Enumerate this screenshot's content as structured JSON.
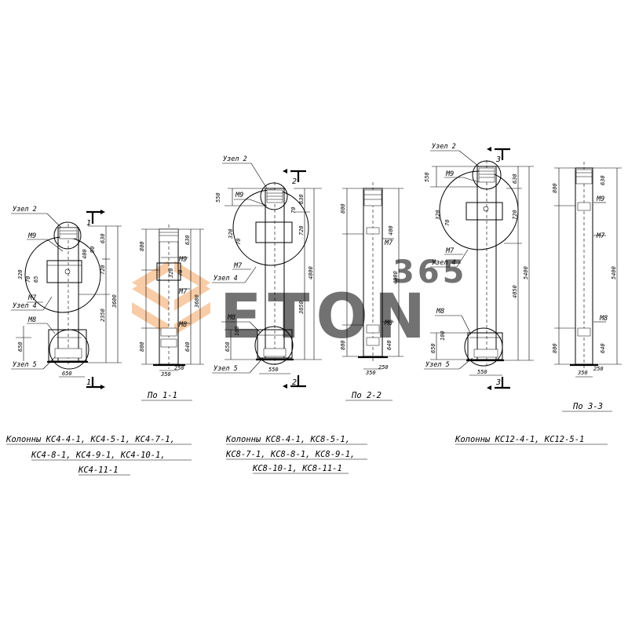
{
  "watermark": {
    "number": "365",
    "word": "ETON",
    "color": "#f4a460"
  },
  "left": {
    "nodes": [
      "Узел 2",
      "Узел 4",
      "Узел 5"
    ],
    "marks": [
      "М9",
      "М7",
      "М8"
    ],
    "dims": [
      "630",
      "720",
      "3600",
      "2350",
      "650",
      "650",
      "320",
      "70",
      "65",
      "400",
      "90"
    ],
    "section_label": "1",
    "caption_lines": [
      "Колонны КС4-4-1, КС4-5-1, КС4-7-1,",
      "КС4-8-1, КС4-9-1, КС4-10-1,",
      "КС4-11-1"
    ]
  },
  "left_section": {
    "title": "По 1-1",
    "marks": [
      "М9",
      "М7",
      "М8"
    ],
    "dims": [
      "800",
      "630",
      "3600",
      "800",
      "640",
      "350",
      "250",
      "320",
      "70"
    ]
  },
  "middle": {
    "nodes": [
      "Узел 2",
      "Узел 4",
      "Узел 5"
    ],
    "marks": [
      "М9",
      "М7",
      "М8"
    ],
    "dims": [
      "550",
      "630",
      "720",
      "4800",
      "3050",
      "650",
      "550",
      "320",
      "70",
      "100",
      "70"
    ],
    "section_label": "2",
    "caption_lines": [
      "Колонны КС8-4-1, КС8-5-1,",
      "КС8-7-1, КС8-8-1, КС8-9-1,",
      "КС8-10-1, КС8-11-1"
    ]
  },
  "middle_section": {
    "title": "По 2-2",
    "marks": [
      "М7",
      "М8"
    ],
    "dims": [
      "800",
      "4800",
      "800",
      "640",
      "350",
      "250",
      "400"
    ]
  },
  "right": {
    "nodes": [
      "Узел 2",
      "Узел 4",
      "Узел 5"
    ],
    "marks": [
      "М9",
      "М7",
      "М8"
    ],
    "dims": [
      "550",
      "630",
      "720",
      "4050",
      "5400",
      "650",
      "550",
      "320",
      "70",
      "100"
    ],
    "section_label": "3",
    "caption_lines": [
      "Колонны КС12-4-1, КС12-5-1"
    ]
  },
  "right_section": {
    "title": "По 3-3",
    "marks": [
      "М9",
      "М7",
      "М8"
    ],
    "dims": [
      "800",
      "630",
      "5400",
      "800",
      "640",
      "350",
      "250"
    ]
  }
}
